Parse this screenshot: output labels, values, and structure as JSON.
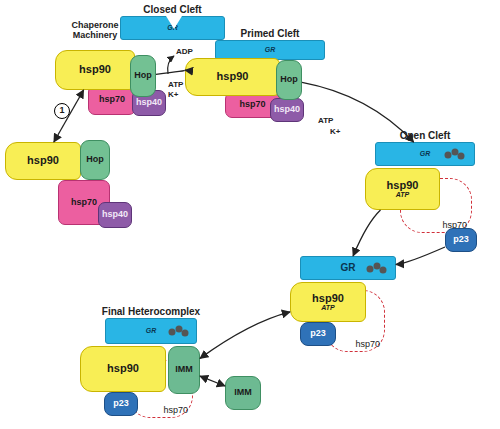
{
  "diagram": {
    "nodes": [
      {
        "text": [
          "Closed Cleft",
          "GR"
        ]
      },
      {
        "text": [
          "hsp90"
        ]
      },
      {
        "text": [
          "Hop"
        ]
      },
      {
        "text": [
          "hsp70"
        ]
      },
      {
        "text": [
          "hsp40"
        ]
      },
      {
        "text": [
          "1"
        ]
      },
      {
        "text": [
          "hsp90"
        ]
      },
      {
        "text": [
          "Hop"
        ]
      },
      {
        "text": [
          "hsp70"
        ]
      },
      {
        "text": [
          "hsp40"
        ]
      },
      {
        "text": [
          "Primed Cleft",
          "GR"
        ]
      },
      {
        "text": [
          "hsp90"
        ]
      },
      {
        "text": [
          "Hop"
        ]
      },
      {
        "text": [
          "hsp70"
        ]
      },
      {
        "text": [
          "hsp40"
        ]
      },
      {
        "text": [
          "Open Cleft",
          "GR"
        ]
      },
      {
        "text": [
          "hsp90",
          "ATP"
        ]
      },
      {
        "text": [
          "hsp70"
        ]
      },
      {
        "text": [
          "p23"
        ]
      },
      {
        "text": [
          "GR"
        ]
      },
      {
        "text": [
          "hsp90",
          "ATP"
        ]
      },
      {
        "text": [
          "p23"
        ]
      },
      {
        "text": [
          "hsp70"
        ]
      },
      {
        "text": [
          "Final Heterocomplex",
          "GR"
        ]
      },
      {
        "text": [
          "hsp90"
        ]
      },
      {
        "text": [
          "IMM"
        ]
      },
      {
        "text": [
          "p23"
        ]
      },
      {
        "text": [
          "hsp70"
        ]
      },
      {
        "text": [
          "IMM"
        ]
      }
    ],
    "edges": [
      {
        "from": 6,
        "to": 1,
        "arrow": "both"
      },
      {
        "from": 2,
        "to": 11,
        "arrow": "to"
      },
      {
        "from": 12,
        "to": 15,
        "arrow": "to"
      },
      {
        "from": 16,
        "to": 19,
        "arrow": "to"
      },
      {
        "from": 18,
        "to": 19,
        "arrow": "to"
      },
      {
        "from": 20,
        "to": 25,
        "arrow": "both"
      },
      {
        "from": 28,
        "to": 25,
        "arrow": "both"
      }
    ],
    "labels": [
      "Chaperone Machinery",
      "ADP",
      "ATP",
      "K+",
      "ATP",
      "K+"
    ]
  }
}
